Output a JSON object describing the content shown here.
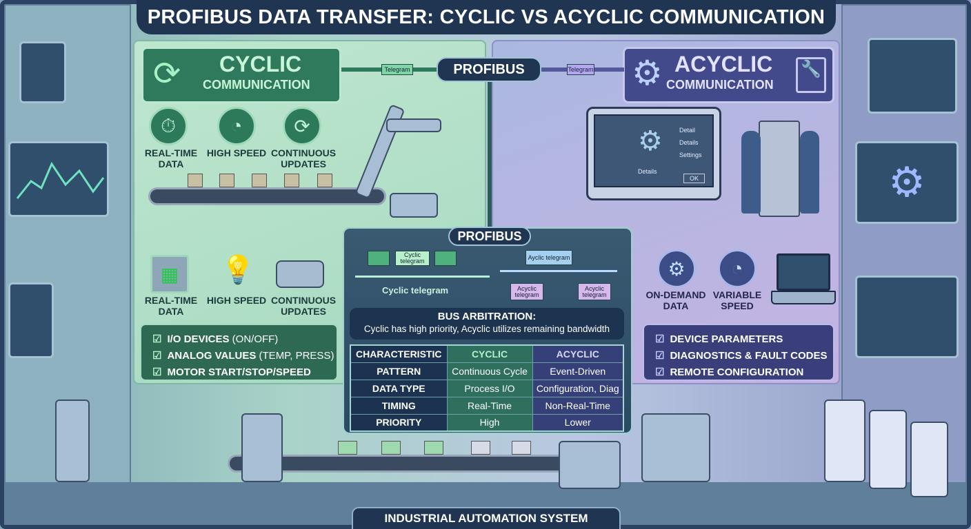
{
  "title": "PROFIBUS DATA TRANSFER: CYCLIC VS ACYCLIC COMMUNICATION",
  "colors": {
    "cyclic": "#2f7a5c",
    "acyclic": "#434a8c",
    "navy": "#1f3552"
  },
  "cyclic": {
    "title": "CYCLIC",
    "subtitle": "COMMUNICATION",
    "icon": "refresh-icon",
    "features_top": [
      {
        "icon": "stopwatch-icon",
        "label": "REAL-TIME DATA"
      },
      {
        "icon": "speedometer-icon",
        "label": "HIGH SPEED"
      },
      {
        "icon": "refresh-icon",
        "label": "CONTINUOUS UPDATES"
      }
    ],
    "features_bottom": [
      {
        "icon": "plc-icon",
        "label": "REAL-TIME DATA"
      },
      {
        "icon": "lightbulb-icon",
        "label": "HIGH SPEED"
      },
      {
        "icon": "motor-icon",
        "label": "CONTINUOUS UPDATES"
      }
    ],
    "list": [
      {
        "main": "I/O DEVICES",
        "extra": " (ON/OFF)"
      },
      {
        "main": "ANALOG VALUES",
        "extra": " (TEMP, PRESS)"
      },
      {
        "main": "MOTOR START/STOP/SPEED",
        "extra": ""
      }
    ]
  },
  "acyclic": {
    "title": "ACYCLIC",
    "subtitle": "COMMUNICATION",
    "icon": "gear-icon",
    "features": [
      {
        "icon": "gear-icon",
        "label": "ON-DEMAND DATA"
      },
      {
        "icon": "gauge-icon",
        "label": "VARIABLE SPEED"
      }
    ],
    "list": [
      "DEVICE PARAMETERS",
      "DIAGNOSTICS & FAULT CODES",
      "REMOTE CONFIGURATION"
    ],
    "monitor": {
      "fields": [
        "Detail",
        "Details",
        "Settings"
      ],
      "panel_label": "Details",
      "button": "OK"
    }
  },
  "bus": {
    "label": "PROFIBUS",
    "left_tag": "Telegram",
    "right_tag": "Telegram"
  },
  "center": {
    "label": "PROFIBUS",
    "cyclic_tag": "Cyclic telegram",
    "acyclic_tag_top": "Ayclic telegram",
    "acyclic_tag_1": "Acyclic telegram",
    "acyclic_tag_2": "Acyclic telegram",
    "cyclic_flow_label": "Cyclic telegram",
    "arbitration_title": "BUS ARBITRATION:",
    "arbitration_text": "Cyclic has high priority, Acyclic utilizes remaining bandwidth"
  },
  "table": {
    "headers": [
      "CHARACTERISTIC",
      "CYCLIC",
      "ACYCLIC"
    ],
    "rows": [
      [
        "PATTERN",
        "Continuous Cycle",
        "Event-Driven"
      ],
      [
        "DATA TYPE",
        "Process I/O",
        "Configuration, Diag"
      ],
      [
        "TIMING",
        "Real-Time",
        "Non-Real-Time"
      ],
      [
        "PRIORITY",
        "High",
        "Lower"
      ]
    ]
  },
  "footer": "INDUSTRIAL AUTOMATION SYSTEM"
}
